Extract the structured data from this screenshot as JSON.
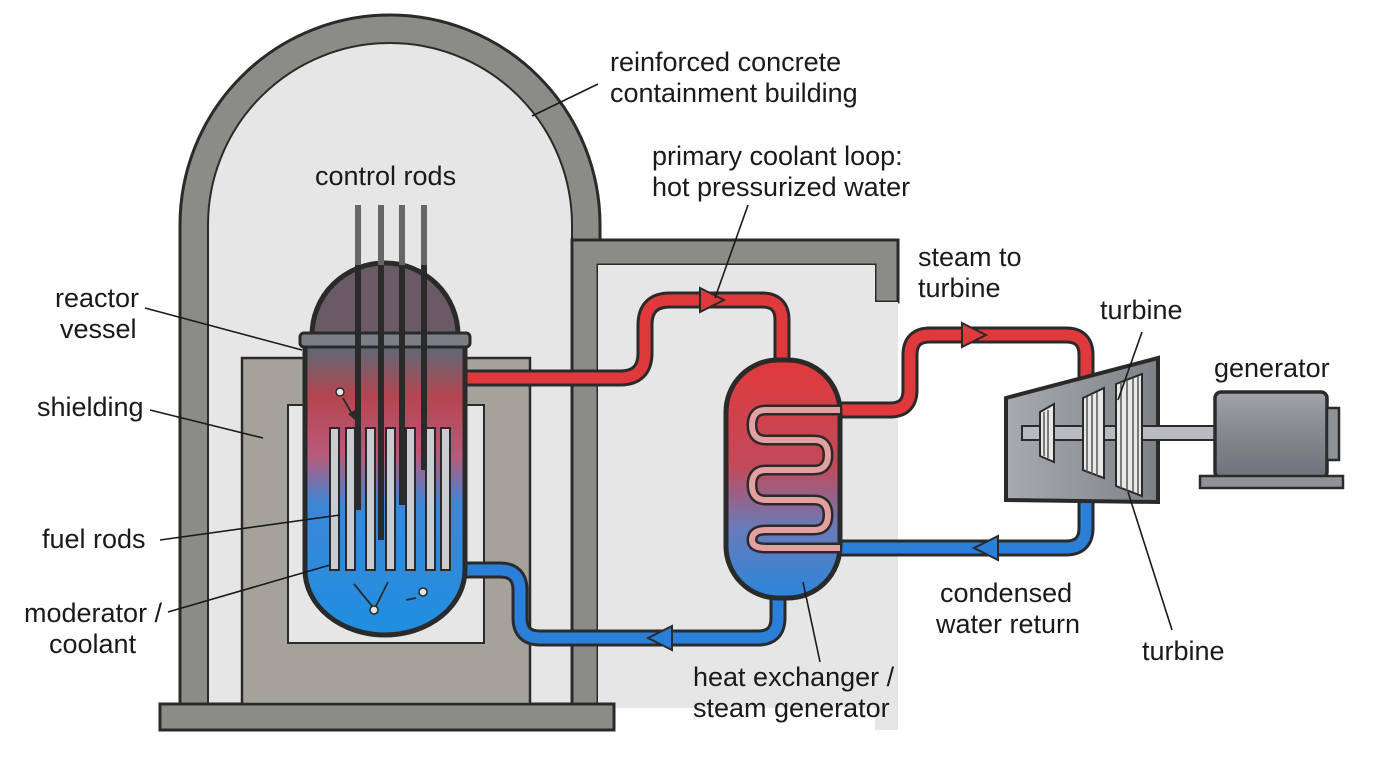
{
  "labels": {
    "containment": [
      "reinforced concrete",
      "containment building"
    ],
    "control_rods": [
      "control rods"
    ],
    "primary_loop": [
      "primary coolant loop:",
      "hot pressurized water"
    ],
    "steam_to_turbine": [
      "steam to",
      "turbine"
    ],
    "reactor_vessel": [
      "reactor",
      "vessel"
    ],
    "shielding": [
      "shielding"
    ],
    "fuel_rods": [
      "fuel rods"
    ],
    "moderator": [
      "moderator /",
      "coolant"
    ],
    "heat_exchanger": [
      "heat exchanger /",
      "steam generator"
    ],
    "condensed_water": [
      "condensed",
      "water return"
    ],
    "turbine_top": [
      "turbine"
    ],
    "turbine_bottom": [
      "turbine"
    ],
    "generator": [
      "generator"
    ]
  },
  "colors": {
    "concrete": "#8c8c86",
    "concrete_dark": "#5f5f5a",
    "interior": "#e6e6e6",
    "hot_loop": "#e0393b",
    "cold_loop": "#2a7fd8",
    "metal": "#8f9398"
  }
}
